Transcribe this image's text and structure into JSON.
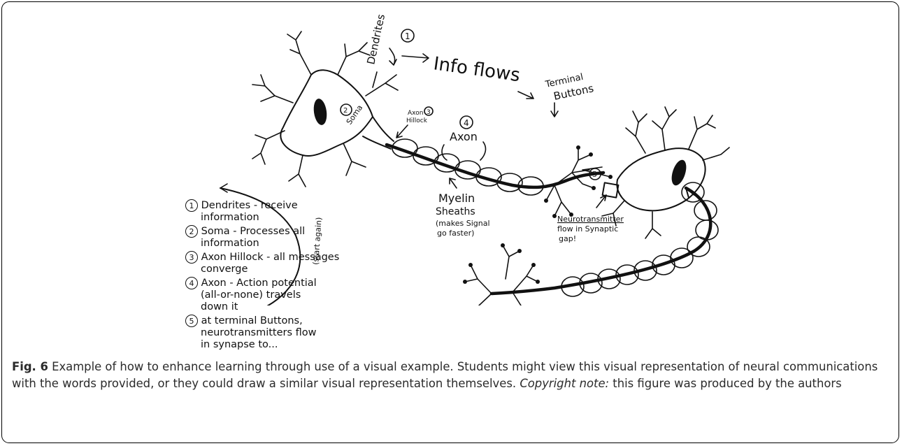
{
  "figure": {
    "handwritten_labels": {
      "dendrites": "Dendrites",
      "dendrites_number": "1",
      "info_flows": "Info flows",
      "terminal_buttons_line1": "Terminal",
      "terminal_buttons_line2": "Buttons",
      "soma_number": "2",
      "soma": "Soma",
      "axon_hillock_line1": "Axon",
      "axon_hillock_number": "3",
      "axon_hillock_line2": "Hillock",
      "axon_number": "4",
      "axon": "Axon",
      "synapse_number": "5",
      "myelin_line1": "Myelin",
      "myelin_line2": "Sheaths",
      "myelin_line3": "(makes Signal",
      "myelin_line4": "go faster)",
      "neurotransmitter_line1": "Neurotransmitter",
      "neurotransmitter_line2": "flow in Synaptic",
      "neurotransmitter_line3": "gap!",
      "start_again": "(start again)"
    },
    "legend_items": [
      {
        "number": "1",
        "line1": "Dendrites - receive",
        "line2": "information"
      },
      {
        "number": "2",
        "line1": "Soma - Processes all",
        "line2": "information"
      },
      {
        "number": "3",
        "line1": "Axon Hillock - all messages",
        "line2": "converge"
      },
      {
        "number": "4",
        "line1": "Axon - Action potential",
        "line2": "(all-or-none) travels",
        "line3": "down it"
      },
      {
        "number": "5",
        "line1": "at terminal Buttons,",
        "line2": "neurotransmitters flow",
        "line3": "in synapse to..."
      }
    ]
  },
  "caption": {
    "label": "Fig. 6",
    "text": " Example of how to enhance learning through use of a visual example. Students might view this visual representation of neural communications with the words provided, or they could draw a similar visual representation themselves. ",
    "note_label": "Copyright note:",
    "note_text": " this figure was produced by the authors"
  }
}
